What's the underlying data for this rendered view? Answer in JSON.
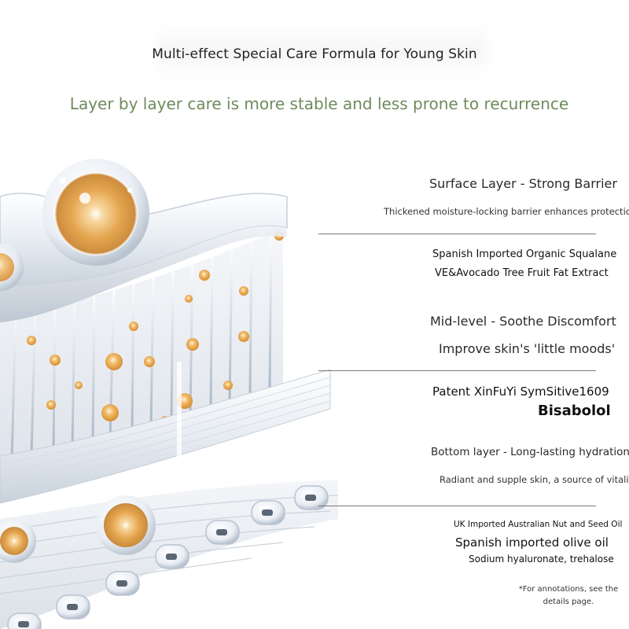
{
  "header": {
    "title": "Multi-effect Special Care Formula for Young Skin",
    "subtitle": "Layer by layer care is more stable and less prone to recurrence"
  },
  "layers": [
    {
      "heading": "Surface Layer - Strong Barrier",
      "description": "Thickened moisture-locking barrier enhances protection",
      "ingredients": [
        "Spanish Imported Organic Squalane",
        "VE&Avocado Tree Fruit Fat Extract"
      ]
    },
    {
      "heading": "Mid-level - Soothe Discomfort",
      "description": "Improve skin's 'little moods'",
      "ingredients": [
        "Patent XinFuYi SymSitive1609",
        "Bisabolol"
      ]
    },
    {
      "heading": "Bottom layer - Long-lasting hydration",
      "description": "Radiant and supple skin, a source of vitality",
      "ingredients": [
        "UK Imported Australian Nut and Seed Oil",
        "Spanish imported olive oil",
        "Sodium hyaluronate, trehalose"
      ]
    }
  ],
  "footnote": "*For annotations, see the details page.",
  "colors": {
    "subtitle": "#6f8a5c",
    "divider": "#7a7a7a",
    "bead_gold": "#e3a24a"
  },
  "illustration": {
    "name": "skin-layer-cross-section",
    "icons": [
      "gold-droplet-icon",
      "water-capsule-icon"
    ]
  }
}
